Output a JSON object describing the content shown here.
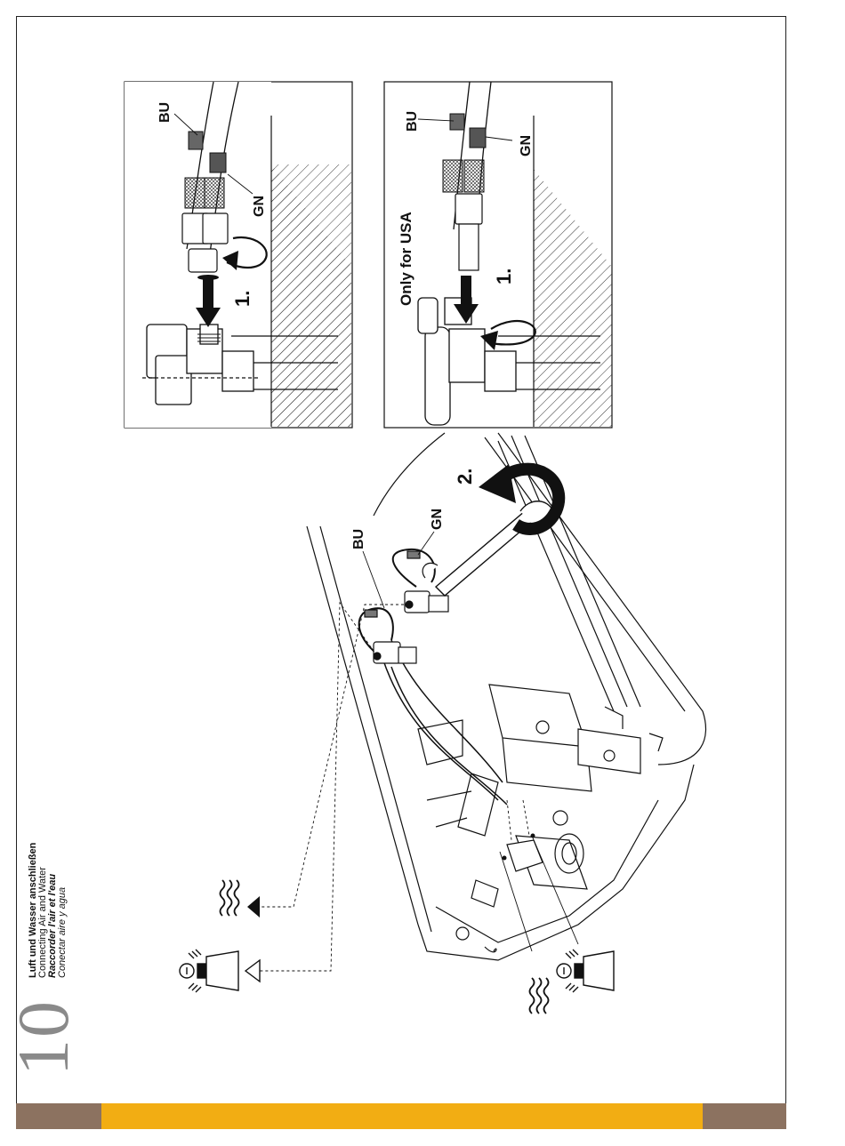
{
  "page": {
    "number": "10",
    "titles": {
      "de": "Luft und Wasser anschließen",
      "en": "Connecting Air and Water",
      "fr": "Raccorder l'air et l'eau",
      "es": "Conectar aire y agua"
    }
  },
  "detail_top": {
    "label_bu": "BU",
    "label_gn": "GN",
    "step": "1."
  },
  "detail_bottom": {
    "label_bu": "BU",
    "label_gn": "GN",
    "note": "Only for USA",
    "step": "1."
  },
  "main": {
    "label_bu": "BU",
    "label_gn": "GN",
    "step": "2."
  },
  "colors": {
    "accent": "#f2ad13",
    "brown": "#8c7260",
    "ink": "#111111"
  }
}
